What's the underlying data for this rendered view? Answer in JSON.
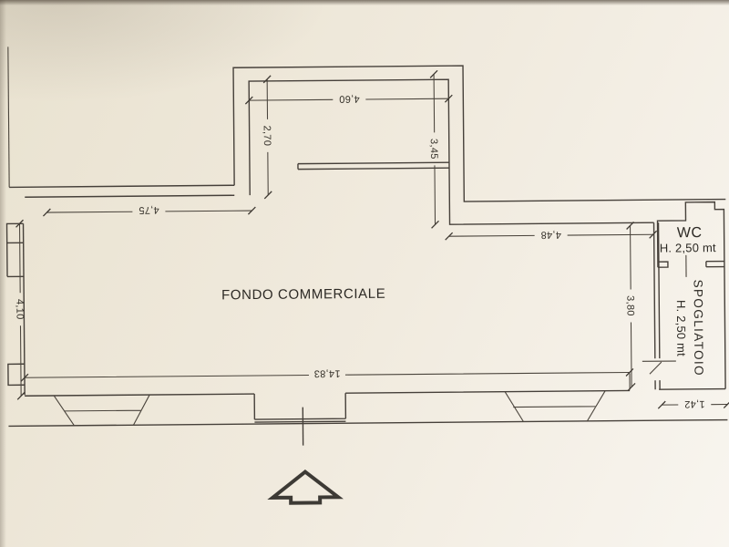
{
  "labels": {
    "fondo_commerciale": "FONDO COMMERCIALE",
    "wc": "WC",
    "wc_height": "H. 2,50 mt",
    "spogliatoio": "SPOGLIATOIO",
    "spogliatoio_height": "H. 2,50 mt"
  },
  "dimensions": {
    "back_room_width": {
      "value": "4,60",
      "orientation": "horizontal"
    },
    "back_room_left_depth": {
      "value": "2,70",
      "orientation": "vertical"
    },
    "back_room_right_depth": {
      "value": "3,45",
      "orientation": "vertical"
    },
    "top_left_wall": {
      "value": "4,75",
      "orientation": "horizontal"
    },
    "top_right_wall": {
      "value": "4,48",
      "orientation": "horizontal"
    },
    "left_wall": {
      "value": "4,10",
      "orientation": "vertical"
    },
    "right_side_depth": {
      "value": "3,80",
      "orientation": "vertical"
    },
    "front_width": {
      "value": "14,83",
      "orientation": "horizontal"
    },
    "spogliatoio_width": {
      "value": "1,42",
      "orientation": "horizontal"
    }
  },
  "icons": {
    "entrance_arrow": "up-arrow-outline"
  },
  "colors": {
    "paper": "#f1ebdf",
    "ink": "#46403a",
    "arrow": "#3d3a35"
  }
}
